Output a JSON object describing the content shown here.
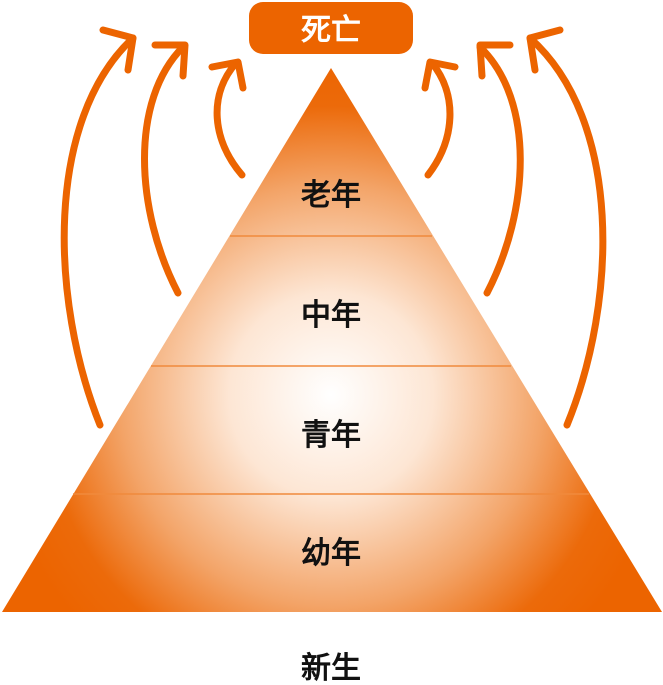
{
  "diagram": {
    "death_label": "死亡",
    "birth_label": "新生",
    "stages": [
      {
        "label": "老年"
      },
      {
        "label": "中年"
      },
      {
        "label": "青年"
      },
      {
        "label": "幼年"
      }
    ]
  },
  "colors": {
    "accent": "#ec6400",
    "divider": "#f08a3c",
    "text": "#111111",
    "death_text": "#ffffff"
  }
}
